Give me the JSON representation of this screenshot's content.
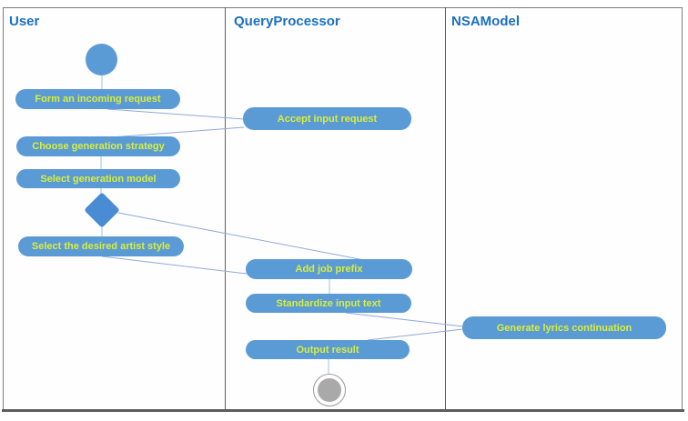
{
  "diagram_type": "uml-activity-swimlane",
  "lanes": [
    {
      "name": "User"
    },
    {
      "name": "QueryProcessor"
    },
    {
      "name": "NSAModel"
    }
  ],
  "nodes": {
    "start": {
      "icon": "start-node-circle"
    },
    "form_request": {
      "label": "Form an incoming request",
      "lane": "User"
    },
    "accept_request": {
      "label": "Accept input request",
      "lane": "QueryProcessor"
    },
    "choose_strategy": {
      "label": "Choose generation strategy",
      "lane": "User"
    },
    "select_model": {
      "label": "Select generation model",
      "lane": "User"
    },
    "decision": {
      "icon": "decision-diamond"
    },
    "select_style": {
      "label": "Select the desired artist style",
      "lane": "User"
    },
    "add_prefix": {
      "label": "Add job prefix",
      "lane": "QueryProcessor"
    },
    "standardize": {
      "label": "Standardize input text",
      "lane": "QueryProcessor"
    },
    "output_result": {
      "label": "Output result",
      "lane": "QueryProcessor"
    },
    "generate_lyrics": {
      "label": "Generate lyrics continuation",
      "lane": "NSAModel"
    },
    "end": {
      "icon": "end-node-circle"
    }
  },
  "colors": {
    "node_fill": "#5B9BD5",
    "decision_fill": "#4A8CD3",
    "node_text": "#D8EE3A",
    "header_text": "#1A6FC0",
    "end_fill": "#A9A9A9",
    "connector": "#8FA9D9"
  }
}
